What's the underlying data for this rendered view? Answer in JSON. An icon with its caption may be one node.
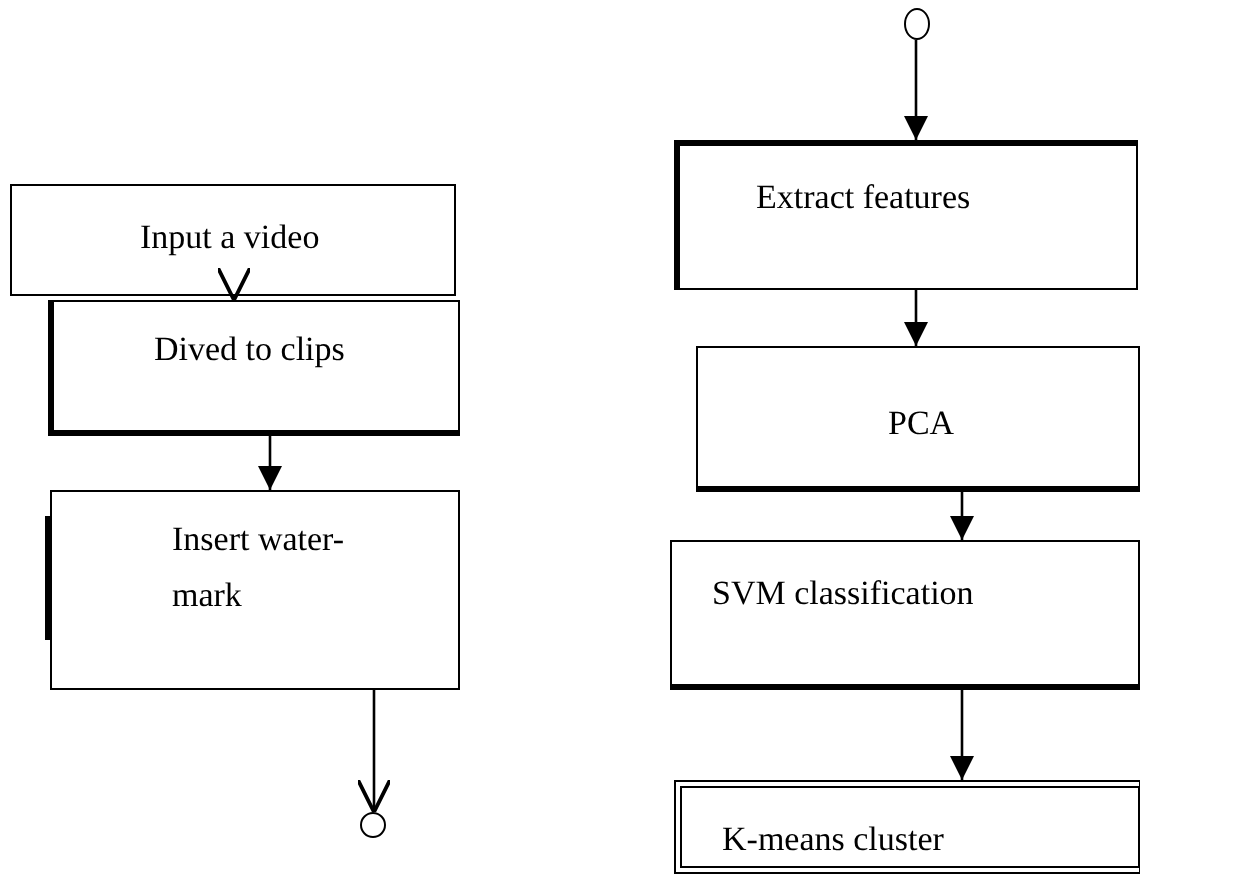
{
  "diagram": {
    "nodes": [
      {
        "text": [
          "Input a video"
        ]
      },
      {
        "text": [
          "Dived to clips"
        ]
      },
      {
        "text": [
          "Insert water- mark"
        ]
      },
      {
        "text": [],
        "shape": "circle"
      },
      {
        "text": [],
        "shape": "circle"
      },
      {
        "text": [
          "Extract features"
        ]
      },
      {
        "text": [
          "PCA"
        ]
      },
      {
        "text": [
          "SVM classification"
        ]
      },
      {
        "text": [
          "K-means cluster"
        ]
      }
    ],
    "edges": [
      {
        "from": 0,
        "to": 1,
        "arrow": "to"
      },
      {
        "from": 1,
        "to": 2,
        "arrow": "to"
      },
      {
        "from": 2,
        "to": 3,
        "arrow": "to"
      },
      {
        "from": 4,
        "to": 5,
        "arrow": "to"
      },
      {
        "from": 5,
        "to": 6,
        "arrow": "to"
      },
      {
        "from": 6,
        "to": 7,
        "arrow": "to"
      },
      {
        "from": 7,
        "to": 8,
        "arrow": "to"
      }
    ]
  }
}
